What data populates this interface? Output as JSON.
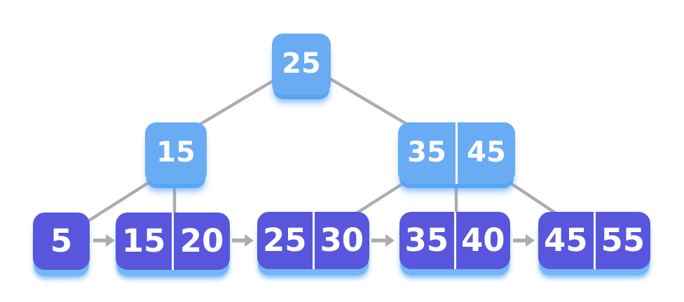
{
  "diagram": {
    "type": "b-plus-tree",
    "levels": 3
  },
  "tree": {
    "root": {
      "keys": [
        "25"
      ]
    },
    "internal_nodes": [
      {
        "keys": [
          "15"
        ]
      },
      {
        "keys": [
          "35",
          "45"
        ]
      }
    ],
    "leaf_nodes": [
      {
        "keys": [
          "5"
        ]
      },
      {
        "keys": [
          "15",
          "20"
        ]
      },
      {
        "keys": [
          "25",
          "30"
        ]
      },
      {
        "keys": [
          "35",
          "40"
        ]
      },
      {
        "keys": [
          "45",
          "55"
        ]
      }
    ],
    "leaf_links": 4
  },
  "colors": {
    "internal_fill": "#69acf4",
    "internal_shadow": "#58a5f2",
    "leaf_fill": "#5756dd",
    "leaf_glow": "#74b7f6",
    "edge_gray": "#adadad",
    "key_text": "#ffffff",
    "divider": "#ffffff",
    "background": "#ffffff"
  }
}
